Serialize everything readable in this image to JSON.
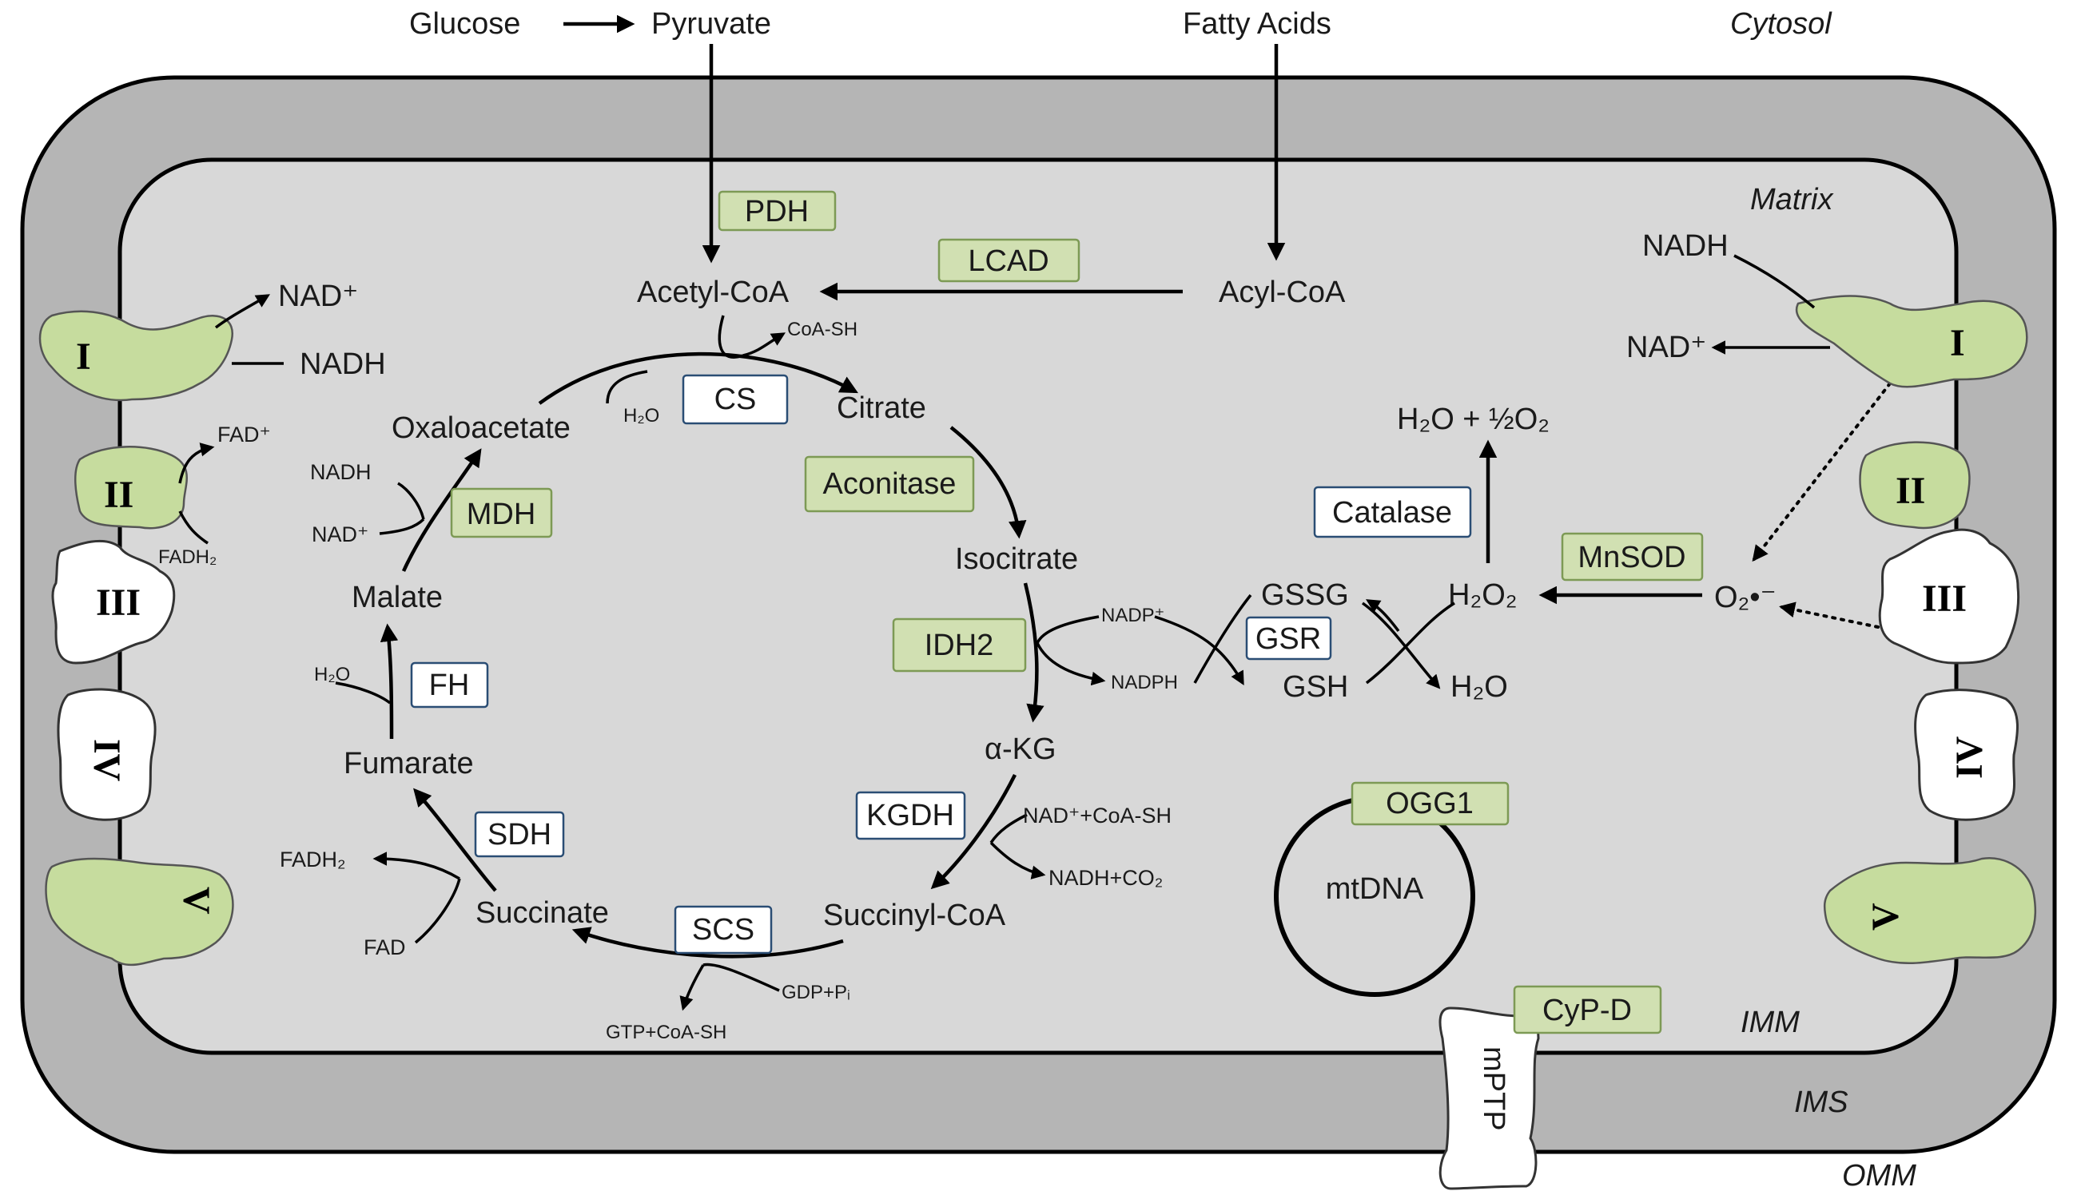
{
  "compartments": {
    "cytosol": "Cytosol",
    "matrix": "Matrix",
    "imm": "IMM",
    "ims": "IMS",
    "omm": "OMM"
  },
  "inputs": {
    "glucose": "Glucose",
    "pyruvate": "Pyruvate",
    "fatty_acids": "Fatty Acids"
  },
  "metabolites": {
    "acetyl_coa": "Acetyl-CoA",
    "acyl_coa": "Acyl-CoA",
    "coa_sh": "CoA-SH",
    "h2o_cs": "H₂O",
    "citrate": "Citrate",
    "isocitrate": "Isocitrate",
    "akg": "α-KG",
    "succinyl_coa": "Succinyl-CoA",
    "succinate": "Succinate",
    "fumarate": "Fumarate",
    "malate": "Malate",
    "oxaloacetate": "Oxaloacetate",
    "nadp": "NADP⁺",
    "nadph": "NADPH",
    "nad_coa": "NAD⁺+CoA-SH",
    "nadh_co2": "NADH+CO₂",
    "gdp_pi": "GDP+Pᵢ",
    "gtp_coa": "GTP+CoA-SH",
    "fadh2_sdh": "FADH₂",
    "fad_sdh": "FAD",
    "h2o_fh": "H₂O",
    "nadh_mdh": "NADH",
    "nad_mdh": "NAD⁺",
    "gssg": "GSSG",
    "gsh": "GSH",
    "h2o2": "H₂O₂",
    "h2o_gpx": "H₂O",
    "h2o_half_o2": "H₂O + ½O₂",
    "superoxide": "O₂•⁻",
    "nad_left": "NAD⁺",
    "nadh_left": "NADH",
    "fad_left": "FAD⁺",
    "fadh2_left": "FADH₂",
    "nadh_right": "NADH",
    "nad_right": "NAD⁺",
    "mtdna": "mtDNA"
  },
  "enzymes": {
    "pdh": "PDH",
    "lcad": "LCAD",
    "cs": "CS",
    "aconitase": "Aconitase",
    "idh2": "IDH2",
    "kgdh": "KGDH",
    "scs": "SCS",
    "sdh": "SDH",
    "fh": "FH",
    "mdh": "MDH",
    "gsr": "GSR",
    "catalase": "Catalase",
    "mnsod": "MnSOD",
    "ogg1": "OGG1",
    "cyp_d": "CyP-D",
    "mptp": "mPTP"
  },
  "complexes": {
    "i": "I",
    "ii": "II",
    "iii": "III",
    "iv": "IV",
    "v": "V"
  },
  "colors": {
    "outer_membrane": "#b5b5b5",
    "matrix": "#d8d8d8",
    "enzyme_green": "#d1e0b2",
    "complex_green": "#c6dc9e"
  }
}
